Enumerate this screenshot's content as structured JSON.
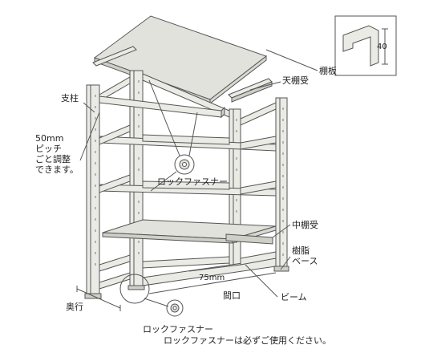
{
  "labels": {
    "shelf_board": "棚板",
    "top_shelf_support": "天棚受",
    "post": "支柱",
    "pitch_note": "50mm\nピッチ\nごと調整\nできます。",
    "lock_fastener_upper": "ロックファスナー",
    "middle_shelf_support": "中棚受",
    "resin_base": "樹脂\nベース",
    "dim_75mm": "75mm",
    "depth": "奥行",
    "width_opening": "間口",
    "beam": "ビーム",
    "lock_fastener_lower": "ロックファスナー",
    "lock_fastener_note": "ロックファスナーは必ずご使用ください。",
    "profile_height": "40"
  },
  "colors": {
    "line": "#555555",
    "steel_fill": "#ebebe6",
    "shelf_fill": "#e2e2dc",
    "dark_fill": "#cfcfc8"
  }
}
